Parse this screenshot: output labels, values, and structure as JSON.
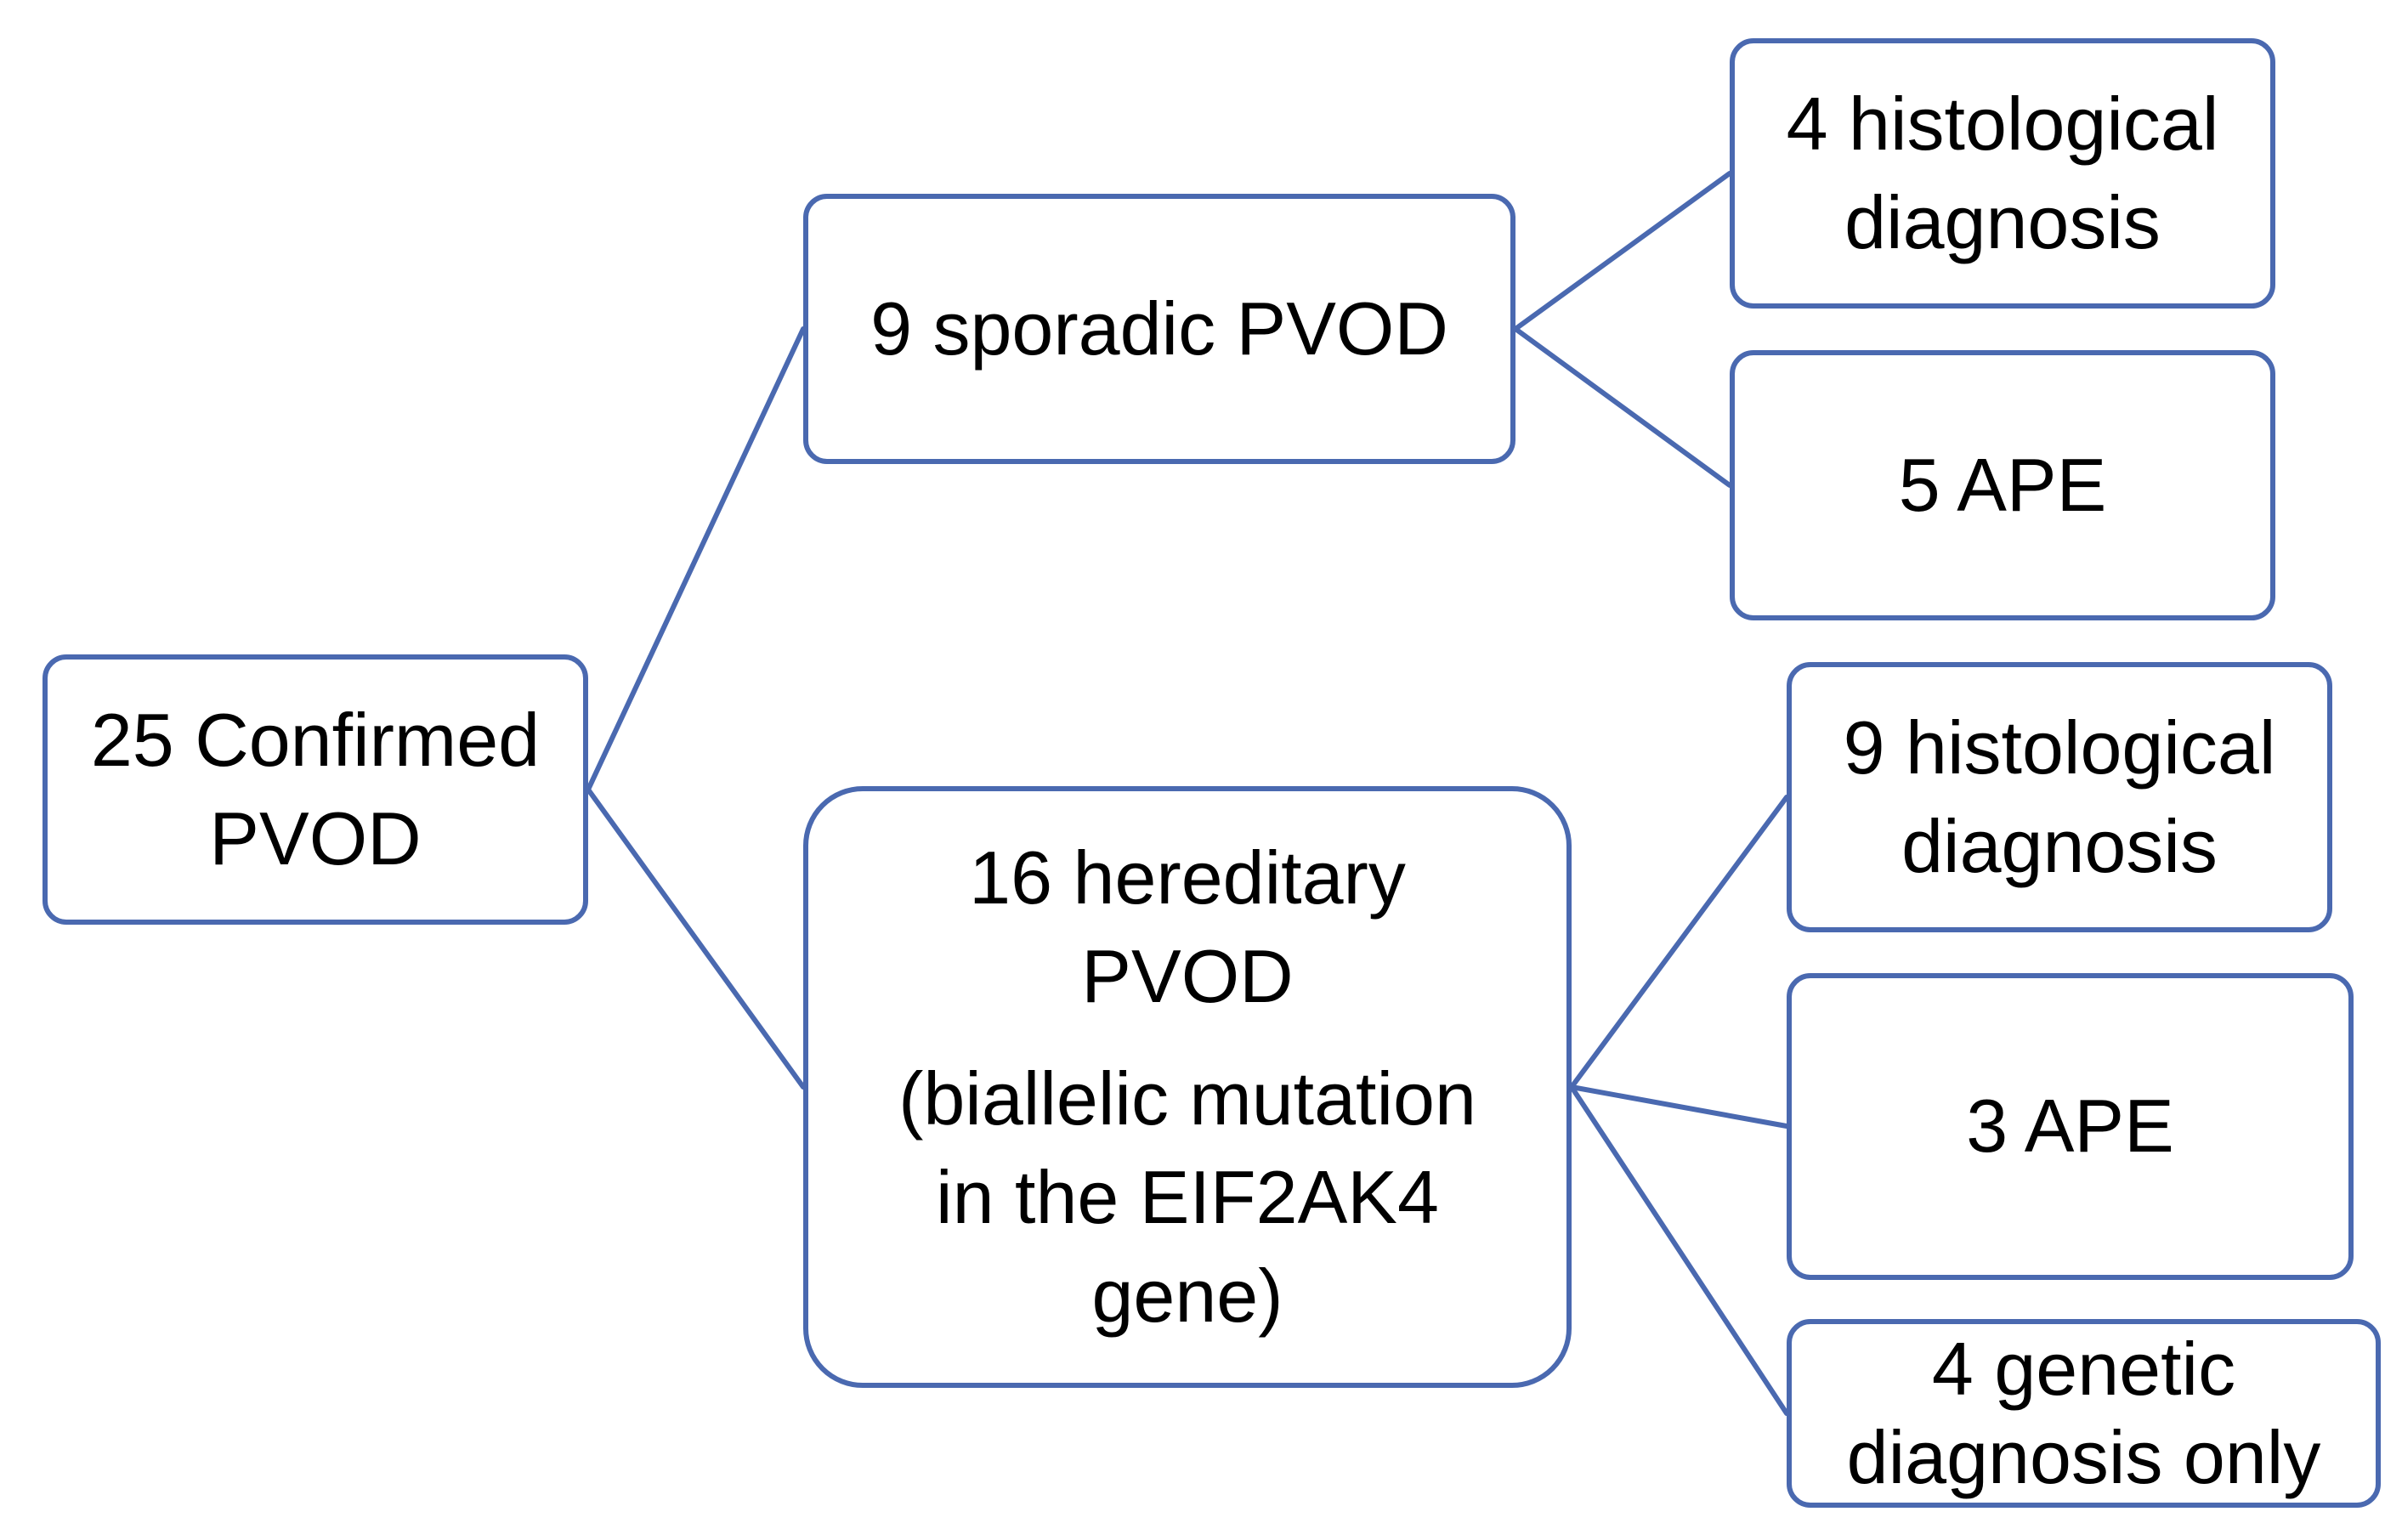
{
  "diagram": {
    "line_color": "#4a69b0",
    "root": {
      "lines": [
        "25 Confirmed",
        "PVOD"
      ]
    },
    "sporadic": {
      "lines": [
        "9 sporadic PVOD"
      ]
    },
    "hereditary": {
      "lines": [
        "16 hereditary",
        "PVOD",
        "(biallelic mutation",
        "in the EIF2AK4",
        "gene)"
      ]
    },
    "sporadic_children": [
      {
        "lines": [
          "4 histological",
          "diagnosis"
        ]
      },
      {
        "lines": [
          "5 APE"
        ]
      }
    ],
    "hereditary_children": [
      {
        "lines": [
          "9 histological",
          "diagnosis"
        ]
      },
      {
        "lines": [
          "3 APE"
        ]
      },
      {
        "lines": [
          "4 genetic",
          "diagnosis only"
        ]
      }
    ]
  }
}
